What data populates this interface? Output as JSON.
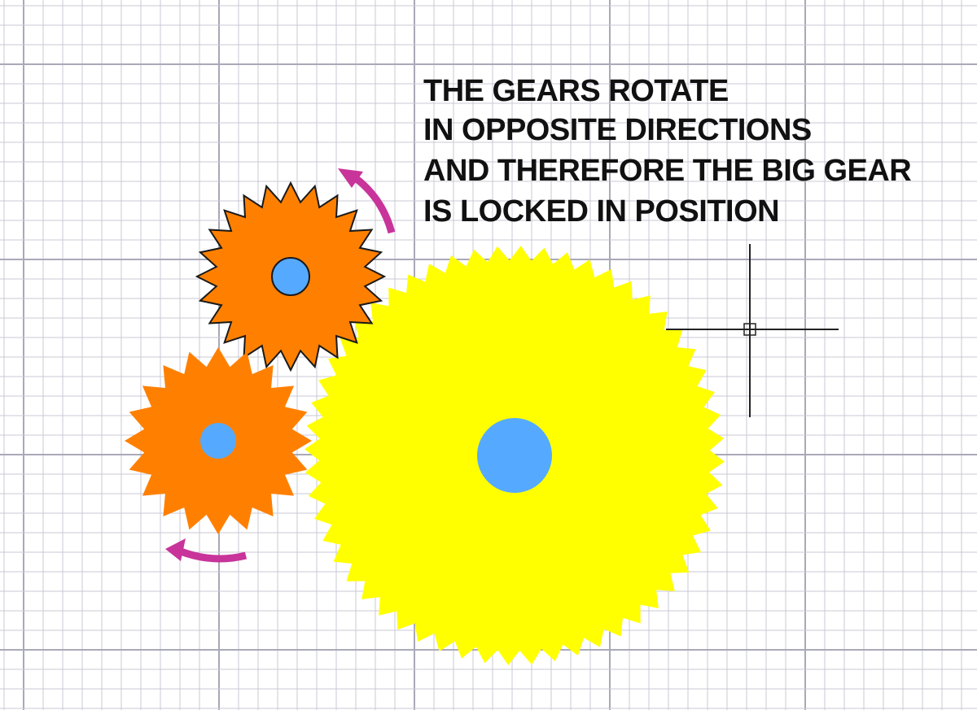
{
  "annotation": {
    "lines": [
      "THE GEARS ROTATE",
      "IN OPPOSITE DIRECTIONS",
      "AND THEREFORE THE BIG GEAR",
      "IS LOCKED IN POSITION"
    ]
  },
  "gears": [
    {
      "name": "small-gear-top",
      "teeth": 24,
      "color": "#FF8000",
      "outline": "#1a1a1a",
      "hub_color": "#55AAFF",
      "hub_outline": "#1a1a1a"
    },
    {
      "name": "small-gear-bottom",
      "teeth": 20,
      "color": "#FF8000",
      "outline": "none",
      "hub_color": "#55AAFF",
      "hub_outline": "none"
    },
    {
      "name": "big-gear",
      "teeth": 56,
      "color": "#FFFF00",
      "outline": "none",
      "hub_color": "#55AAFF",
      "hub_outline": "none"
    }
  ],
  "colors": {
    "grid_minor": "#c9c9d6",
    "grid_major": "#a9a9b8",
    "arrow": "#C8349A",
    "crosshair": "#222222"
  },
  "arrows": [
    {
      "name": "rotation-arrow-top",
      "direction": "counterclockwise"
    },
    {
      "name": "rotation-arrow-bottom",
      "direction": "clockwise"
    }
  ],
  "cursor": {
    "icon": "crosshair-cursor-icon"
  }
}
